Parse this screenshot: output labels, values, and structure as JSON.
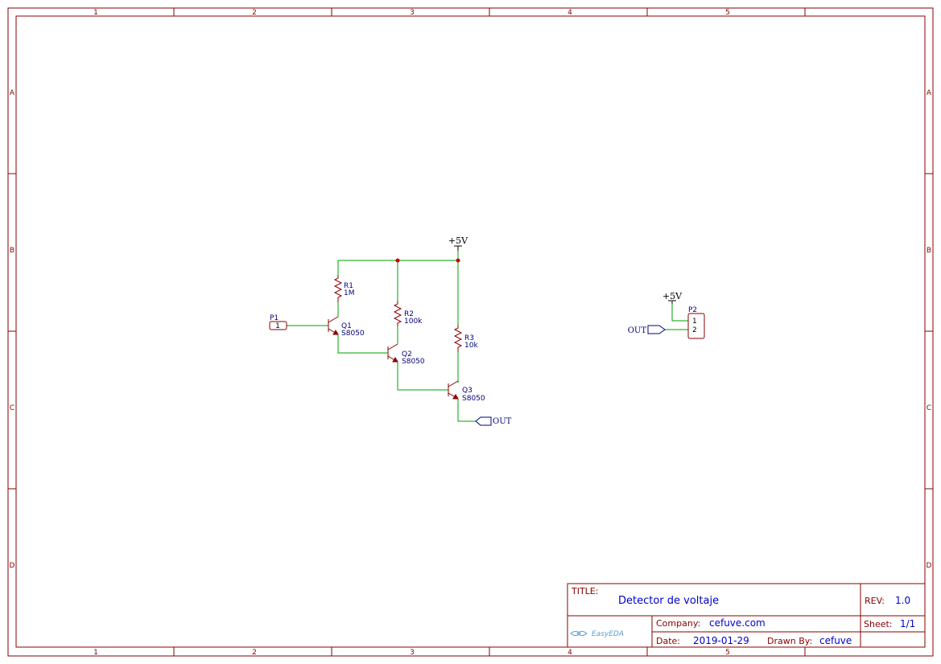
{
  "sheet": {
    "col_labels": [
      "1",
      "2",
      "3",
      "4",
      "5"
    ],
    "row_labels": [
      "A",
      "B",
      "C",
      "D"
    ]
  },
  "parts": {
    "r1": {
      "ref": "R1",
      "value": "1M"
    },
    "r2": {
      "ref": "R2",
      "value": "100k"
    },
    "r3": {
      "ref": "R3",
      "value": "10k"
    },
    "q1": {
      "ref": "Q1",
      "value": "S8050"
    },
    "q2": {
      "ref": "Q2",
      "value": "S8050"
    },
    "q3": {
      "ref": "Q3",
      "value": "S8050"
    },
    "p1": {
      "ref": "P1",
      "pin": "1"
    },
    "p2": {
      "ref": "P2",
      "pins": [
        "1",
        "2"
      ]
    }
  },
  "nets": {
    "vcc": "+5V",
    "out": "OUT"
  },
  "title_block": {
    "title_label": "TITLE:",
    "title": "Detector de voltaje",
    "rev_label": "REV:",
    "rev": "1.0",
    "company_label": "Company:",
    "company": "cefuve.com",
    "sheet_label": "Sheet:",
    "sheet": "1/1",
    "date_label": "Date:",
    "date": "2019-01-29",
    "drawn_label": "Drawn By:",
    "drawn_by": "cefuve",
    "logo": "EasyEDA"
  },
  "colors": {
    "frame": "#880000",
    "wire": "#00a000",
    "text_blue": "#000080",
    "junction": "#cc0000"
  }
}
